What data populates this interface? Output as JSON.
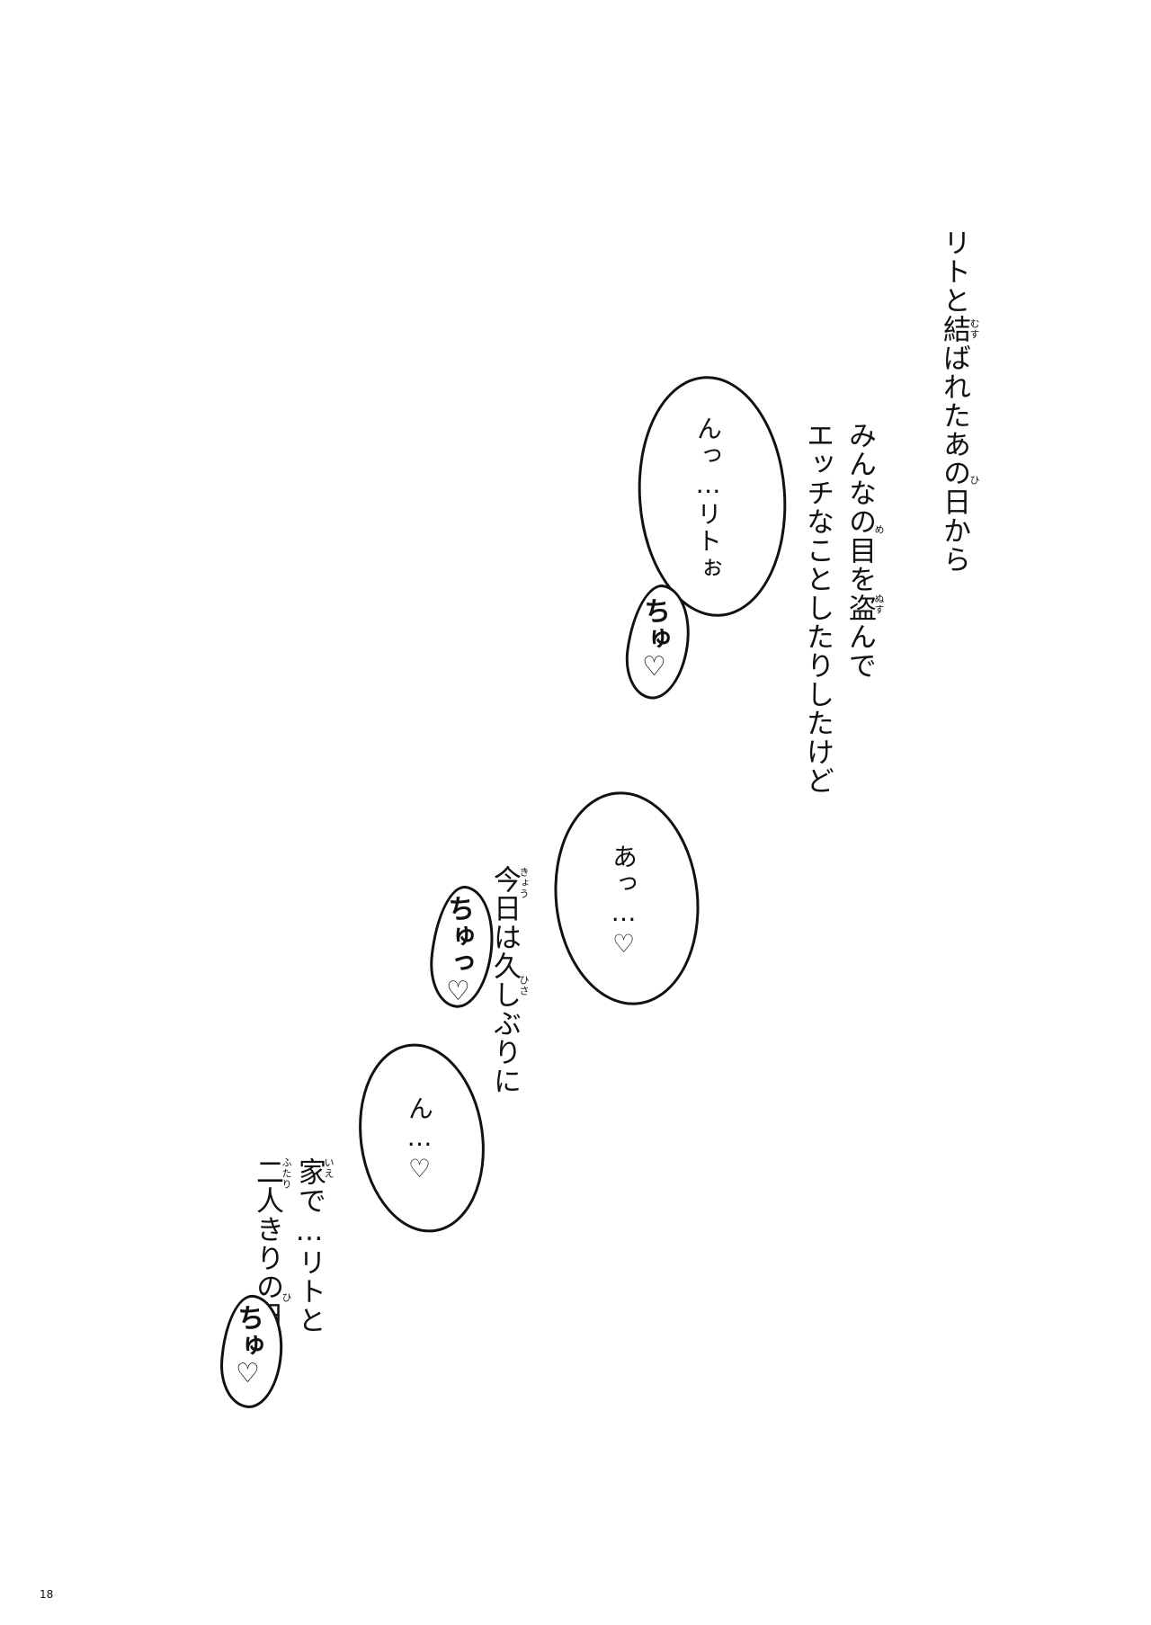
{
  "narration": {
    "line1": "リトと結ばれたあの日から",
    "line1_ruby_musu": "むす",
    "line1_ruby_hi": "ひ",
    "line2": "みんなの目を盗んで",
    "line2_ruby_me": "め",
    "line2_ruby_nusu": "ぬす",
    "line3": "エッチなことしたりしたけど",
    "line4": "今日は久しぶりに",
    "line4_ruby_kyou": "きょう",
    "line4_ruby_hisa": "ひさ",
    "line5": "家で…リトと",
    "line5_ruby_ie": "いえ",
    "line6": "二人きりの日…",
    "line6_ruby_futari": "ふたり",
    "line6_ruby_hi": "ひ"
  },
  "bubbles": {
    "bubble1": "んっ…リトぉ",
    "bubble2": "あっ…♡",
    "bubble3": "ん…♡"
  },
  "sfx": {
    "sfx1": "ちゅ♡",
    "sfx2": "ちゅっ♡",
    "sfx3": "ちゅ♡"
  },
  "page_number": "18"
}
